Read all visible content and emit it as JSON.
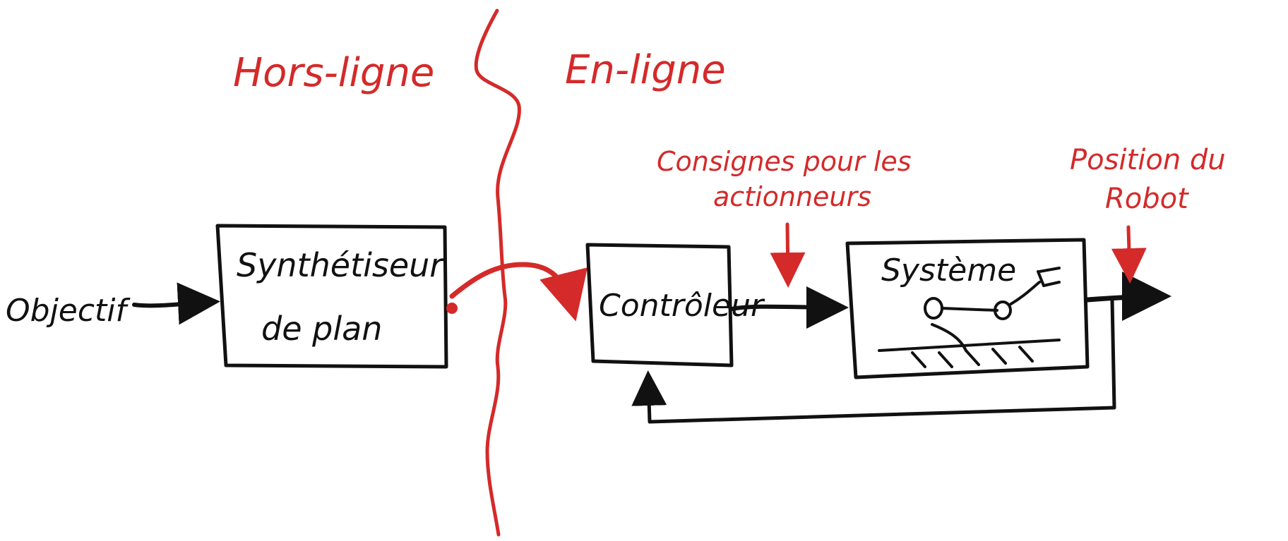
{
  "zones": {
    "offline": "Hors-ligne",
    "online": "En-ligne"
  },
  "annotations": {
    "commands_line1": "Consignes pour les",
    "commands_line2": "actionneurs",
    "position_line1": "Position du",
    "position_line2": "Robot"
  },
  "nodes": {
    "input": "Objectif",
    "planner_line1": "Synthétiseur",
    "planner_line2": "de plan",
    "controller": "Contrôleur",
    "system": "Système"
  },
  "colors": {
    "ink_black": "#111111",
    "ink_red": "#d42a2a",
    "background": "#ffffff"
  }
}
